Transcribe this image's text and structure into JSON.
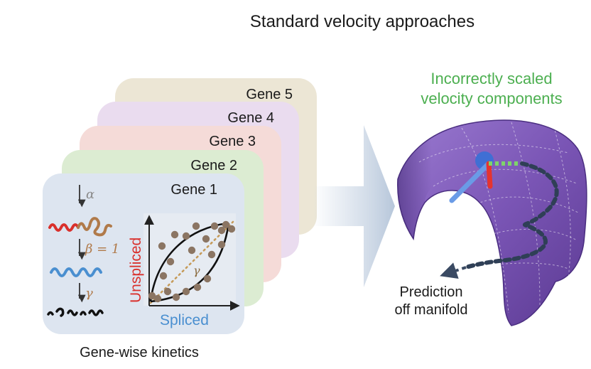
{
  "title": "Standard velocity approaches",
  "genes": [
    "Gene 5",
    "Gene 4",
    "Gene 3",
    "Gene 2",
    "Gene 1"
  ],
  "kinetics": {
    "alpha": "α",
    "beta_label": "β = 1",
    "gamma": "γ",
    "caption": "Gene-wise kinetics"
  },
  "phase_plot": {
    "ylabel": "Unspliced",
    "xlabel": "Spliced",
    "slope_label": "γ"
  },
  "manifold": {
    "label_line1": "Incorrectly scaled",
    "label_line2": "velocity components",
    "prediction_line1": "Prediction",
    "prediction_line2": "off manifold"
  },
  "colors": {
    "gene5": "#ece6d5",
    "gene4": "#eadcef",
    "gene3": "#f5dbd8",
    "gene2": "#dcecd2",
    "gene1": "#dde5f0",
    "unspliced_red": "#d9302c",
    "spliced_blue": "#4a8fd0",
    "rna_brown": "#b07a4a",
    "green_label": "#4caf50",
    "manifold_purple": "#7a55b5",
    "dot_brown": "#8b7563"
  }
}
